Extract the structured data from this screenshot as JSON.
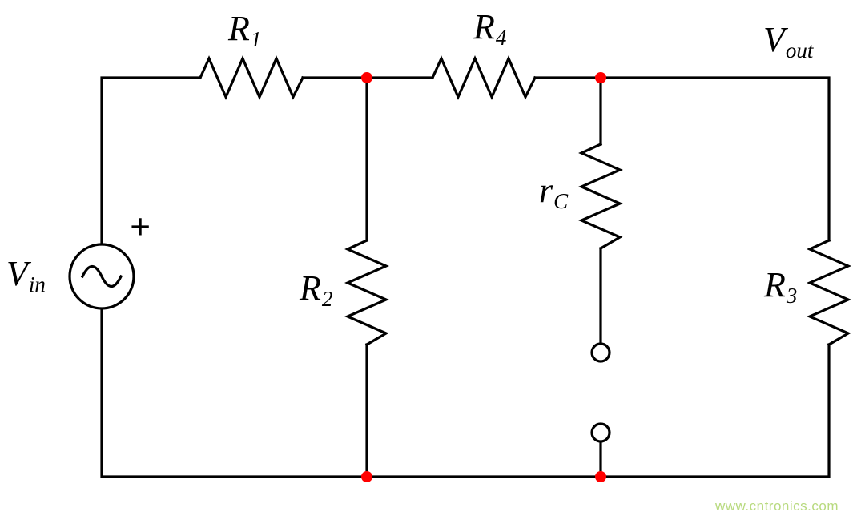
{
  "diagram": {
    "type": "circuit-schematic",
    "description": "Two-stage resistive divider network: AC source Vin feeds R1 to a node shunted by R2, then R4 to the output node Vout shunted by R3, with a branch rC leading to an open terminal pair",
    "components": [
      {
        "id": "vin",
        "kind": "ac-voltage-source",
        "label": "Vin",
        "polarity_mark": "+"
      },
      {
        "id": "r1",
        "kind": "resistor",
        "label": "R1",
        "orientation": "horizontal",
        "between": [
          "vin+",
          "node-a"
        ]
      },
      {
        "id": "r2",
        "kind": "resistor",
        "label": "R2",
        "orientation": "vertical",
        "between": [
          "node-a",
          "ground-rail"
        ]
      },
      {
        "id": "r4",
        "kind": "resistor",
        "label": "R4",
        "orientation": "horizontal",
        "between": [
          "node-a",
          "node-b"
        ]
      },
      {
        "id": "rc",
        "kind": "resistor",
        "label": "rC",
        "orientation": "vertical",
        "between": [
          "node-b",
          "open-terminal-top"
        ]
      },
      {
        "id": "r3",
        "kind": "resistor",
        "label": "R3",
        "orientation": "vertical",
        "between": [
          "vout-rail",
          "ground-rail"
        ]
      },
      {
        "id": "terminals",
        "kind": "open-terminal-pair",
        "between": [
          "rc",
          "ground-rail"
        ]
      }
    ],
    "nodes": [
      "node-a",
      "node-b",
      "ground-node-a",
      "ground-node-b"
    ],
    "output_label": "Vout"
  },
  "labels": {
    "vin": {
      "main": "V",
      "sub": "in"
    },
    "r1": {
      "main": "R",
      "sub": "1"
    },
    "r2": {
      "main": "R",
      "sub": "2"
    },
    "r3": {
      "main": "R",
      "sub": "3"
    },
    "r4": {
      "main": "R",
      "sub": "4"
    },
    "rc": {
      "main": "r",
      "sub": "C"
    },
    "vout": {
      "main": "V",
      "sub": "out"
    },
    "plus": "+"
  },
  "watermark": {
    "text": "www.cntronics.com",
    "color": "#b8da7f"
  },
  "colors": {
    "wire": "#000000",
    "junction_dot": "#ff0000",
    "background": "#ffffff"
  }
}
